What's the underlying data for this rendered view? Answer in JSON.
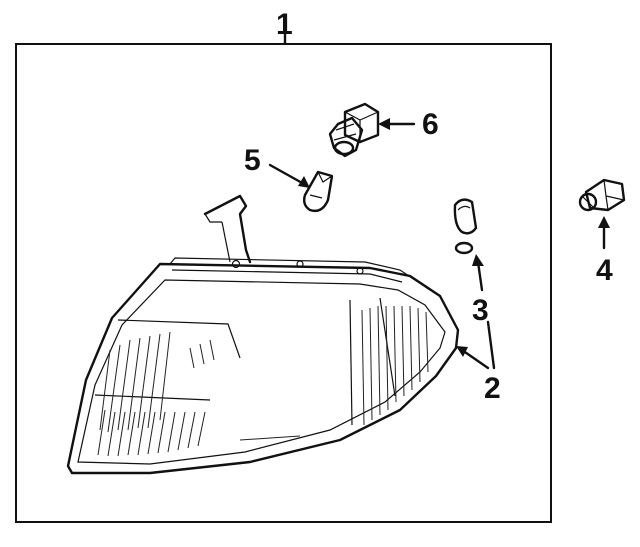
{
  "callouts": {
    "assembly": "1",
    "lens": "2",
    "gasket": "3",
    "socket": "4",
    "small_bulb": "5",
    "large_bulb": "6"
  },
  "colors": {
    "ink": "#111111",
    "background": "#ffffff"
  }
}
